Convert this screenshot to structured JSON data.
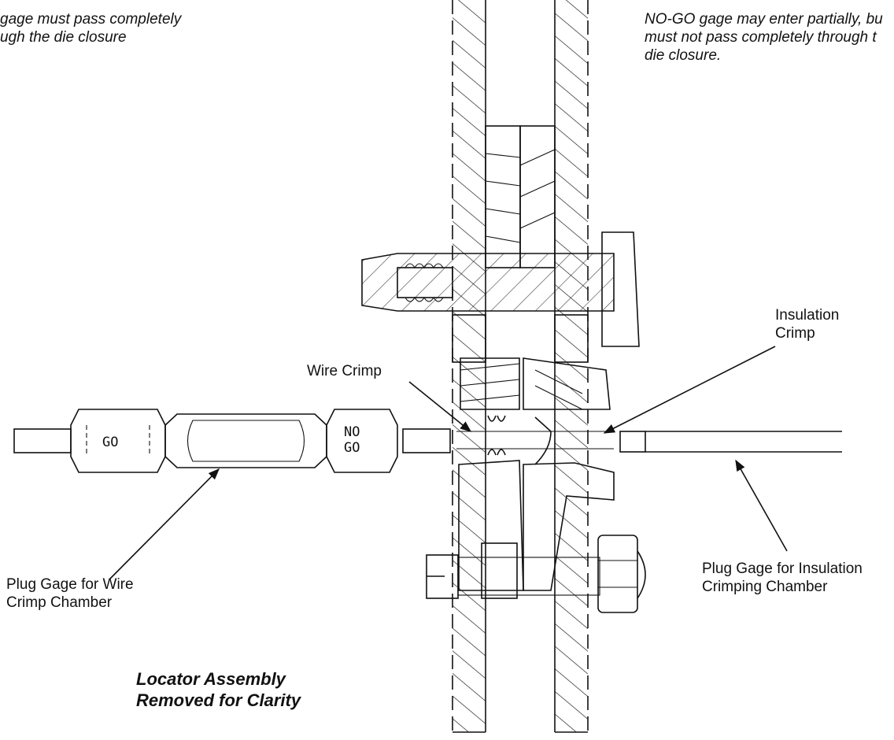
{
  "notes": {
    "go_line1": "gage must pass completely",
    "go_line2": "ugh the die closure",
    "nogo_line1": "NO-GO gage may enter partially, bu",
    "nogo_line2": "must not pass completely through t",
    "nogo_line3": "die closure."
  },
  "callouts": {
    "wire_crimp": "Wire Crimp",
    "insulation_line1": "Insulation",
    "insulation_line2": "Crimp",
    "plug_wire_line1": "Plug Gage for Wire",
    "plug_wire_line2": "Crimp Chamber",
    "plug_insul_line1": "Plug Gage for Insulation",
    "plug_insul_line2": "Crimping Chamber"
  },
  "footnote": {
    "line1": "Locator Assembly",
    "line2": "Removed for Clarity"
  },
  "gage_marks": {
    "go": "GO",
    "no": "NO",
    "go2": "GO"
  }
}
